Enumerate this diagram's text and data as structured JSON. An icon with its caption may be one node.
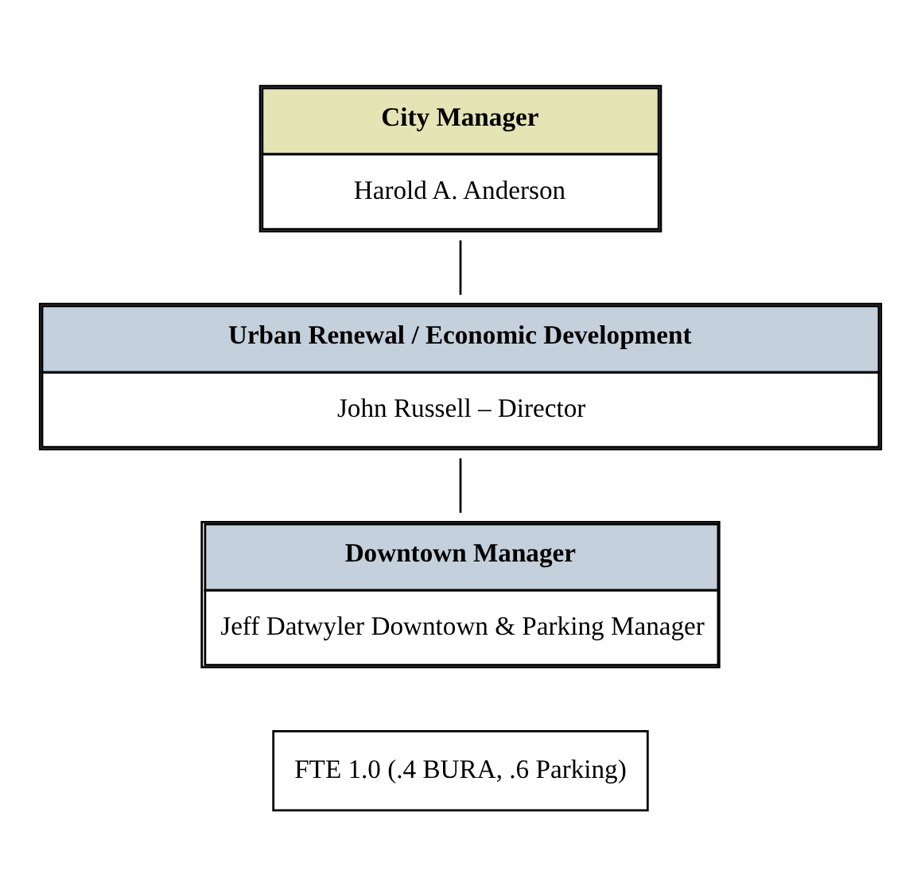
{
  "diagram": {
    "nodes": [
      {
        "text": [
          "City Manager",
          "Harold A. Anderson"
        ]
      },
      {
        "text": [
          "Urban Renewal / Economic Development",
          "John Russell – Director"
        ]
      },
      {
        "text": [
          "Downtown Manager",
          "Jeff Datwyler Downtown & Parking Manager"
        ]
      },
      {
        "text": [
          "FTE 1.0 (.4 BURA, .6 Parking)"
        ]
      }
    ],
    "edges": [
      {
        "from": 0,
        "to": 1,
        "arrow": "none"
      },
      {
        "from": 1,
        "to": 2,
        "arrow": "none"
      }
    ]
  }
}
